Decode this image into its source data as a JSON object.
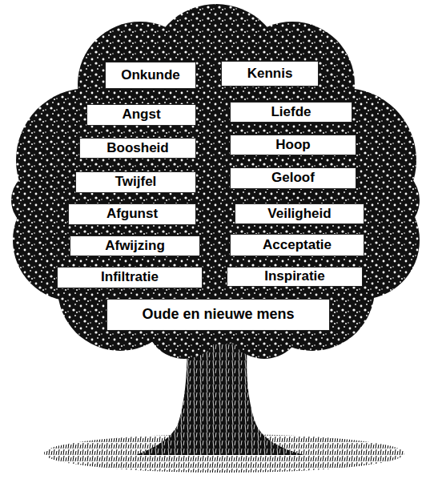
{
  "diagram": {
    "nodes": [
      {
        "text": [
          "Onkunde"
        ]
      },
      {
        "text": [
          "Kennis"
        ]
      },
      {
        "text": [
          "Angst"
        ]
      },
      {
        "text": [
          "Liefde"
        ]
      },
      {
        "text": [
          "Boosheid"
        ]
      },
      {
        "text": [
          "Hoop"
        ]
      },
      {
        "text": [
          "Twijfel"
        ]
      },
      {
        "text": [
          "Geloof"
        ]
      },
      {
        "text": [
          "Afgunst"
        ]
      },
      {
        "text": [
          "Veiligheid"
        ]
      },
      {
        "text": [
          "Afwijzing"
        ]
      },
      {
        "text": [
          "Acceptatie"
        ]
      },
      {
        "text": [
          "Infiltratie"
        ]
      },
      {
        "text": [
          "Inspiratie"
        ]
      },
      {
        "text": [
          "Oude en nieuwe mens"
        ]
      }
    ]
  }
}
